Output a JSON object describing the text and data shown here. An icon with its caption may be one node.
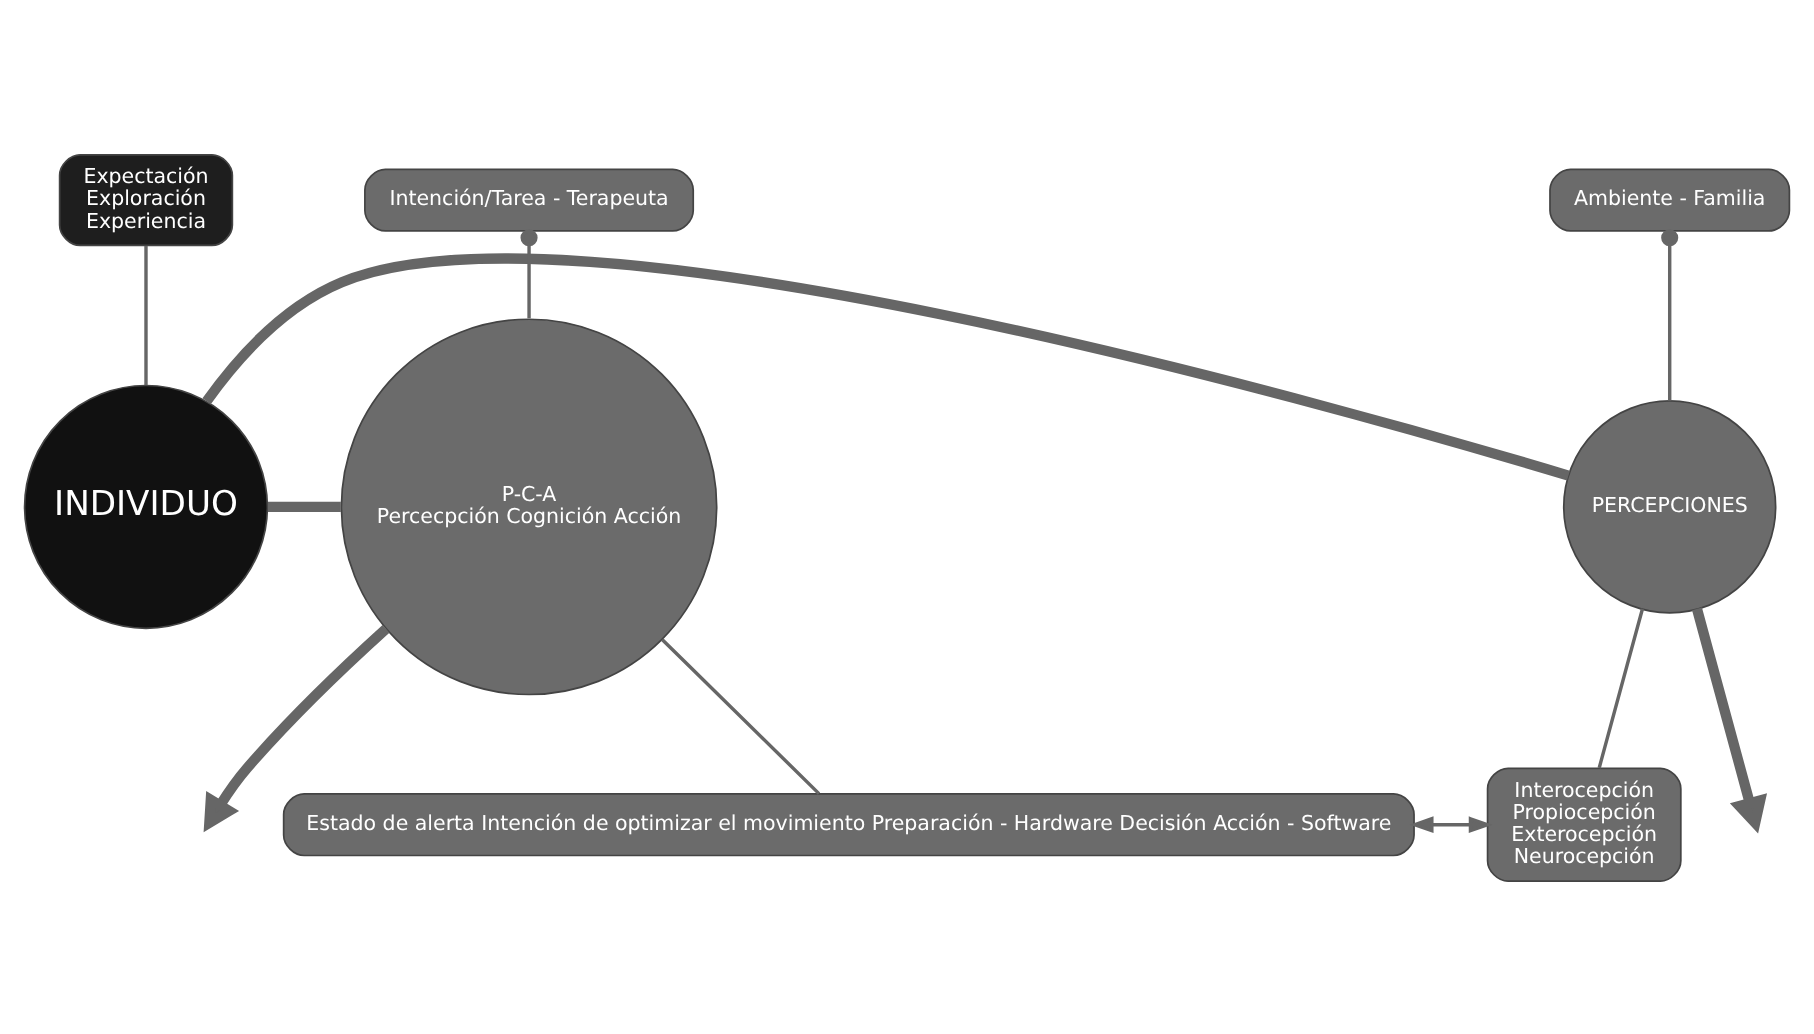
{
  "diagram": {
    "nodes": [
      {
        "text": [
          "Expectación Exploración Experiencia"
        ]
      },
      {
        "text": [
          "INDIVIDUO"
        ]
      },
      {
        "text": [
          "Intención/Tarea - Terapeuta"
        ]
      },
      {
        "text": [
          "P-C-A",
          "Percecpción Cognición Acción"
        ]
      },
      {
        "text": [
          "Ambiente - Familia"
        ]
      },
      {
        "text": [
          "PERCEPCIONES"
        ]
      },
      {
        "text": [
          "Estado de alerta Intención de optimizar el movimiento Preparación - Hardware Decisión Acción - Software"
        ]
      },
      {
        "text": [
          "Interocepción Propiocepción Exterocepción Neurocepción"
        ]
      }
    ],
    "edges": [
      {
        "from": 0,
        "to": 1,
        "arrow": "none"
      },
      {
        "from": 3,
        "to": null,
        "arrow": "to",
        "style": "thick"
      },
      {
        "from": 3,
        "to": 1,
        "arrow": "none",
        "style": "thick"
      },
      {
        "from": 1,
        "to": 5,
        "arrow": "none",
        "style": "thick"
      },
      {
        "from": 5,
        "to": null,
        "arrow": "to",
        "style": "thick"
      },
      {
        "from": 2,
        "to": 3,
        "arrow": "other"
      },
      {
        "from": 4,
        "to": 5,
        "arrow": "other"
      },
      {
        "from": 3,
        "to": 6,
        "arrow": "none"
      },
      {
        "from": 5,
        "to": 7,
        "arrow": "none"
      },
      {
        "from": 6,
        "to": 7,
        "arrow": "both"
      }
    ]
  }
}
